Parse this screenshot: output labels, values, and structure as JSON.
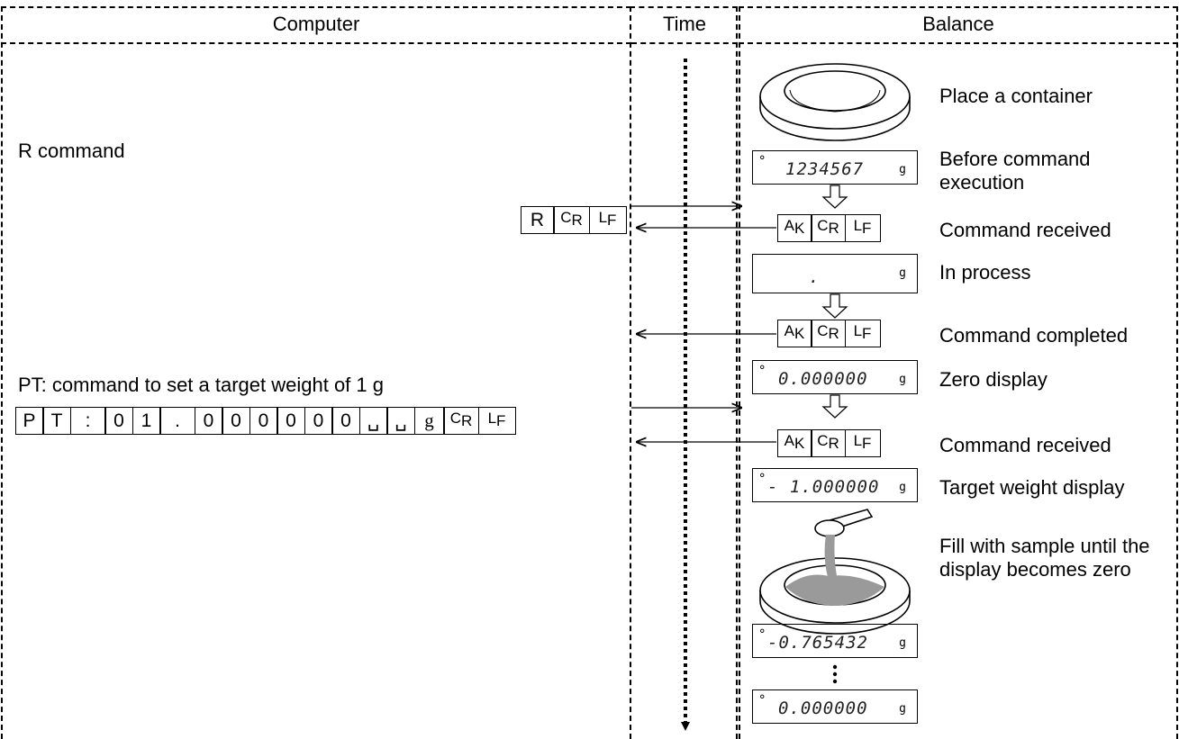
{
  "headers": {
    "computer": "Computer",
    "time": "Time",
    "balance": "Balance"
  },
  "computer_labels": {
    "r_command": "R command",
    "pt_command": "PT: command to set a target weight of 1 g"
  },
  "r_command_cells": [
    "R",
    "C",
    "R",
    "L",
    "F"
  ],
  "pt_command_cells": [
    "P",
    "T",
    ":",
    "0",
    "1",
    ".",
    "0",
    "0",
    "0",
    "0",
    "0",
    "0",
    "␣",
    "␣",
    "g"
  ],
  "balance_steps": {
    "place_container": "Place a container",
    "before_exec": "Before command execution",
    "cmd_received_1": "Command received",
    "in_process": "In process",
    "cmd_completed": "Command completed",
    "zero_display": "Zero display",
    "cmd_received_2": "Command received",
    "target_display": "Target weight display",
    "fill_sample": "Fill with sample until the display becomes zero"
  },
  "displays": {
    "d1": {
      "value": "1234567",
      "unit": "g",
      "mark": "°"
    },
    "d2": {
      "value": ".",
      "unit": "g",
      "mark": ""
    },
    "d3": {
      "value": "0.000000",
      "unit": "g",
      "mark": "°"
    },
    "d4": {
      "value": "- 1.000000",
      "unit": "g",
      "mark": "°"
    },
    "d5": {
      "value": "-0.765432",
      "unit": "g",
      "mark": "°"
    },
    "d6": {
      "value": "0.000000",
      "unit": "g",
      "mark": "°"
    }
  },
  "ack": {
    "a": "A",
    "k": "K",
    "c": "C",
    "r": "R",
    "l": "L",
    "f": "F"
  },
  "colors": {
    "line": "#000000",
    "powder": "#9a9a9a"
  }
}
